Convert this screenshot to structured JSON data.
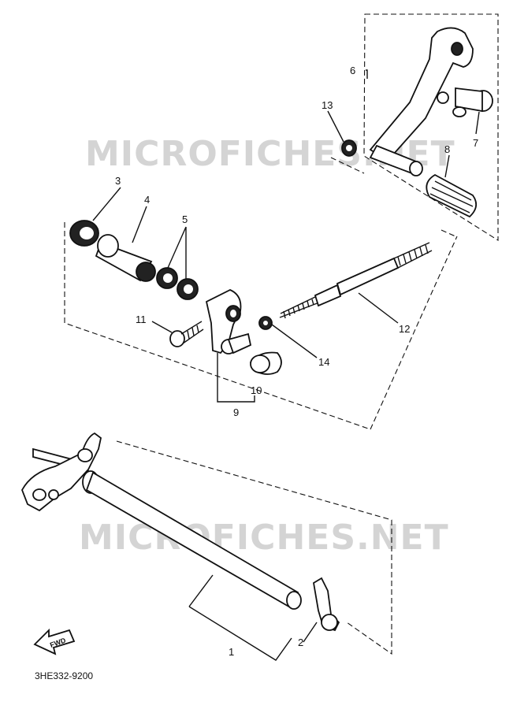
{
  "watermark": "MICROFICHES.NET",
  "diagram_code": "3HE332-9200",
  "fwd_label": "FWD",
  "callouts": {
    "c1": "1",
    "c2": "2",
    "c3": "3",
    "c4": "4",
    "c5": "5",
    "c6": "6",
    "c7": "7",
    "c8": "8",
    "c9": "9",
    "c10": "10",
    "c11": "11",
    "c12": "12",
    "c13": "13",
    "c14": "14"
  }
}
